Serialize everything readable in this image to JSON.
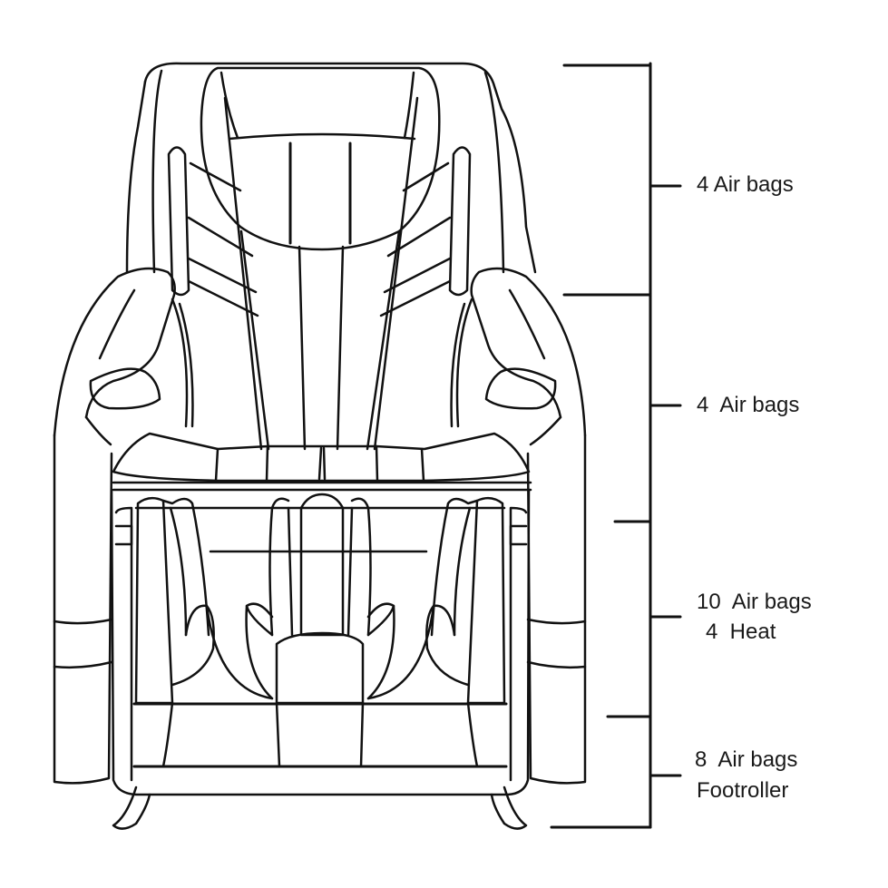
{
  "diagram": {
    "line_color": "#111111",
    "labels": {
      "zone_1": "4 Air bags",
      "zone_2": "4  Air bags",
      "zone_3_line_1": "10  Air bags",
      "zone_3_line_2": "4  Heat",
      "zone_4_line_1": "8  Air bags",
      "zone_4_line_2": "Footroller"
    }
  }
}
